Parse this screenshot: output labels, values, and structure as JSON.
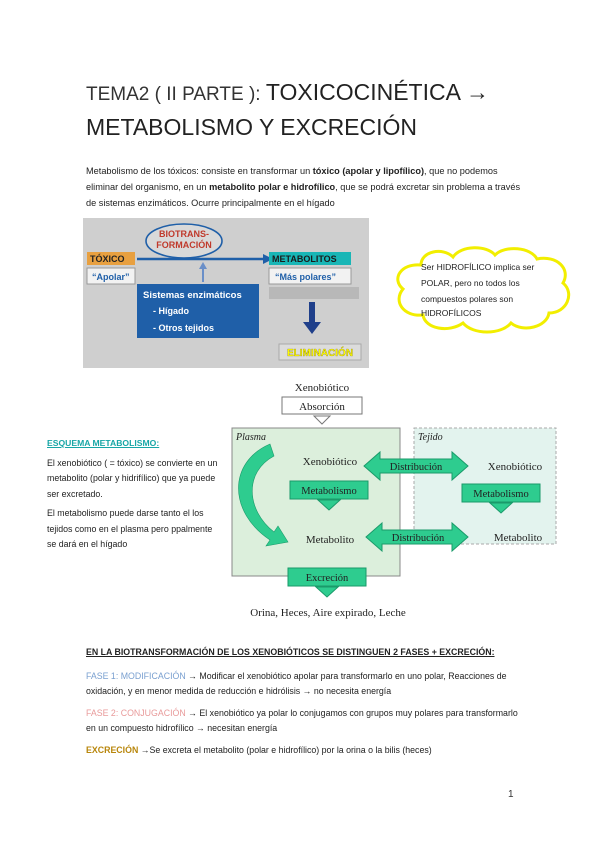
{
  "title": {
    "prefix": "TEMA2 ( II PARTE ): ",
    "main": "TOXICOCINÉTICA →",
    "line2": "METABOLISMO Y EXCRECIÓN"
  },
  "intro": {
    "t1": "Metabolismo de los tóxicos: consiste en transformar un ",
    "b1": "tóxico (apolar y lipofílico)",
    "t2": ", que no podemos eliminar del organismo, en un ",
    "b2": "metabolito polar e hidrofílico",
    "t3": ", que se podrá excretar sin problema a través de sistemas enzimáticos. Ocurre principalmente en el hígado"
  },
  "biotrans": {
    "bubble": [
      "BIOTRANS-",
      "FORMACIÓN"
    ],
    "toxico_title": "TÓXICO",
    "toxico_sub": "“Apolar”",
    "metab_title": "METABOLITOS",
    "metab_sub": "“Más polares”",
    "systems_title": "Sistemas enzimáticos",
    "systems_items": [
      "- Hígado",
      "- Otros tejidos"
    ],
    "elim": "ELIMINACIÓN",
    "colors": {
      "background": "#cfcfcf",
      "blue": "#1f5fa8",
      "orange": "#e8a040",
      "yellow": "#ffff00",
      "teal": "#19b6b6"
    }
  },
  "cloud": {
    "lines": [
      "Ser HIDROFÍLICO implica ser",
      "POLAR, pero no todos los",
      "compuestos polares son",
      "HIDROFÍLICOS"
    ]
  },
  "scheme": {
    "top": "Xenobiótico",
    "absorcion": "Absorción",
    "plasma": "Plasma",
    "tejido": "Tejido",
    "xeno_left": "Xenobiótico",
    "xeno_right": "Xenobiótico",
    "distribucion1": "Distribución",
    "distribucion2": "Distribución",
    "metabolismo_left": "Metabolismo",
    "metabolismo_right": "Metabolismo",
    "metabolito_left": "Metabolito",
    "metabolito_right": "Metabolito",
    "excrecion": "Excreción",
    "bottom": "Orina, Heces, Aire expirado, Leche",
    "colors": {
      "green": "#2ecc8f",
      "plasma_bg": "#dcefdc",
      "tejido_bg": "#e3f3ee"
    }
  },
  "side": {
    "heading": "ESQUEMA METABOLISMO:",
    "p1": "El xenobiótico ( = tóxico) se convierte en un metabolito (polar y hidrifílico) que ya puede ser excretado.",
    "p2": "El metabolismo puede darse tanto el los tejidos como en el plasma pero ppalmente se dará en el hígado"
  },
  "phases": {
    "heading": "EN LA BIOTRANSFORMACIÓN DE LOS XENOBIÓTICOS SE DISTINGUEN 2 FASES + EXCRECIÓN:",
    "f1_label": "FASE 1: MODIFICACIÓN",
    "f1_text": " → Modificar el xenobiótico apolar para transformarlo en uno polar, Reacciones de oxidación, y en menor medida de reducción e hidrólisis → no necesita energía",
    "f2_label": "FASE 2: CONJUGACIÓN",
    "f2_text": " → El xenobiótico ya polar lo conjugamos con grupos muy polares para transformarlo en un compuesto hidrofílico → necesitan energía",
    "ex_label": "EXCRECIÓN",
    "ex_text": " →Se excreta el metabolito (polar e hidrofílico) por la orina o la bilis (heces)"
  },
  "page_number": "1"
}
